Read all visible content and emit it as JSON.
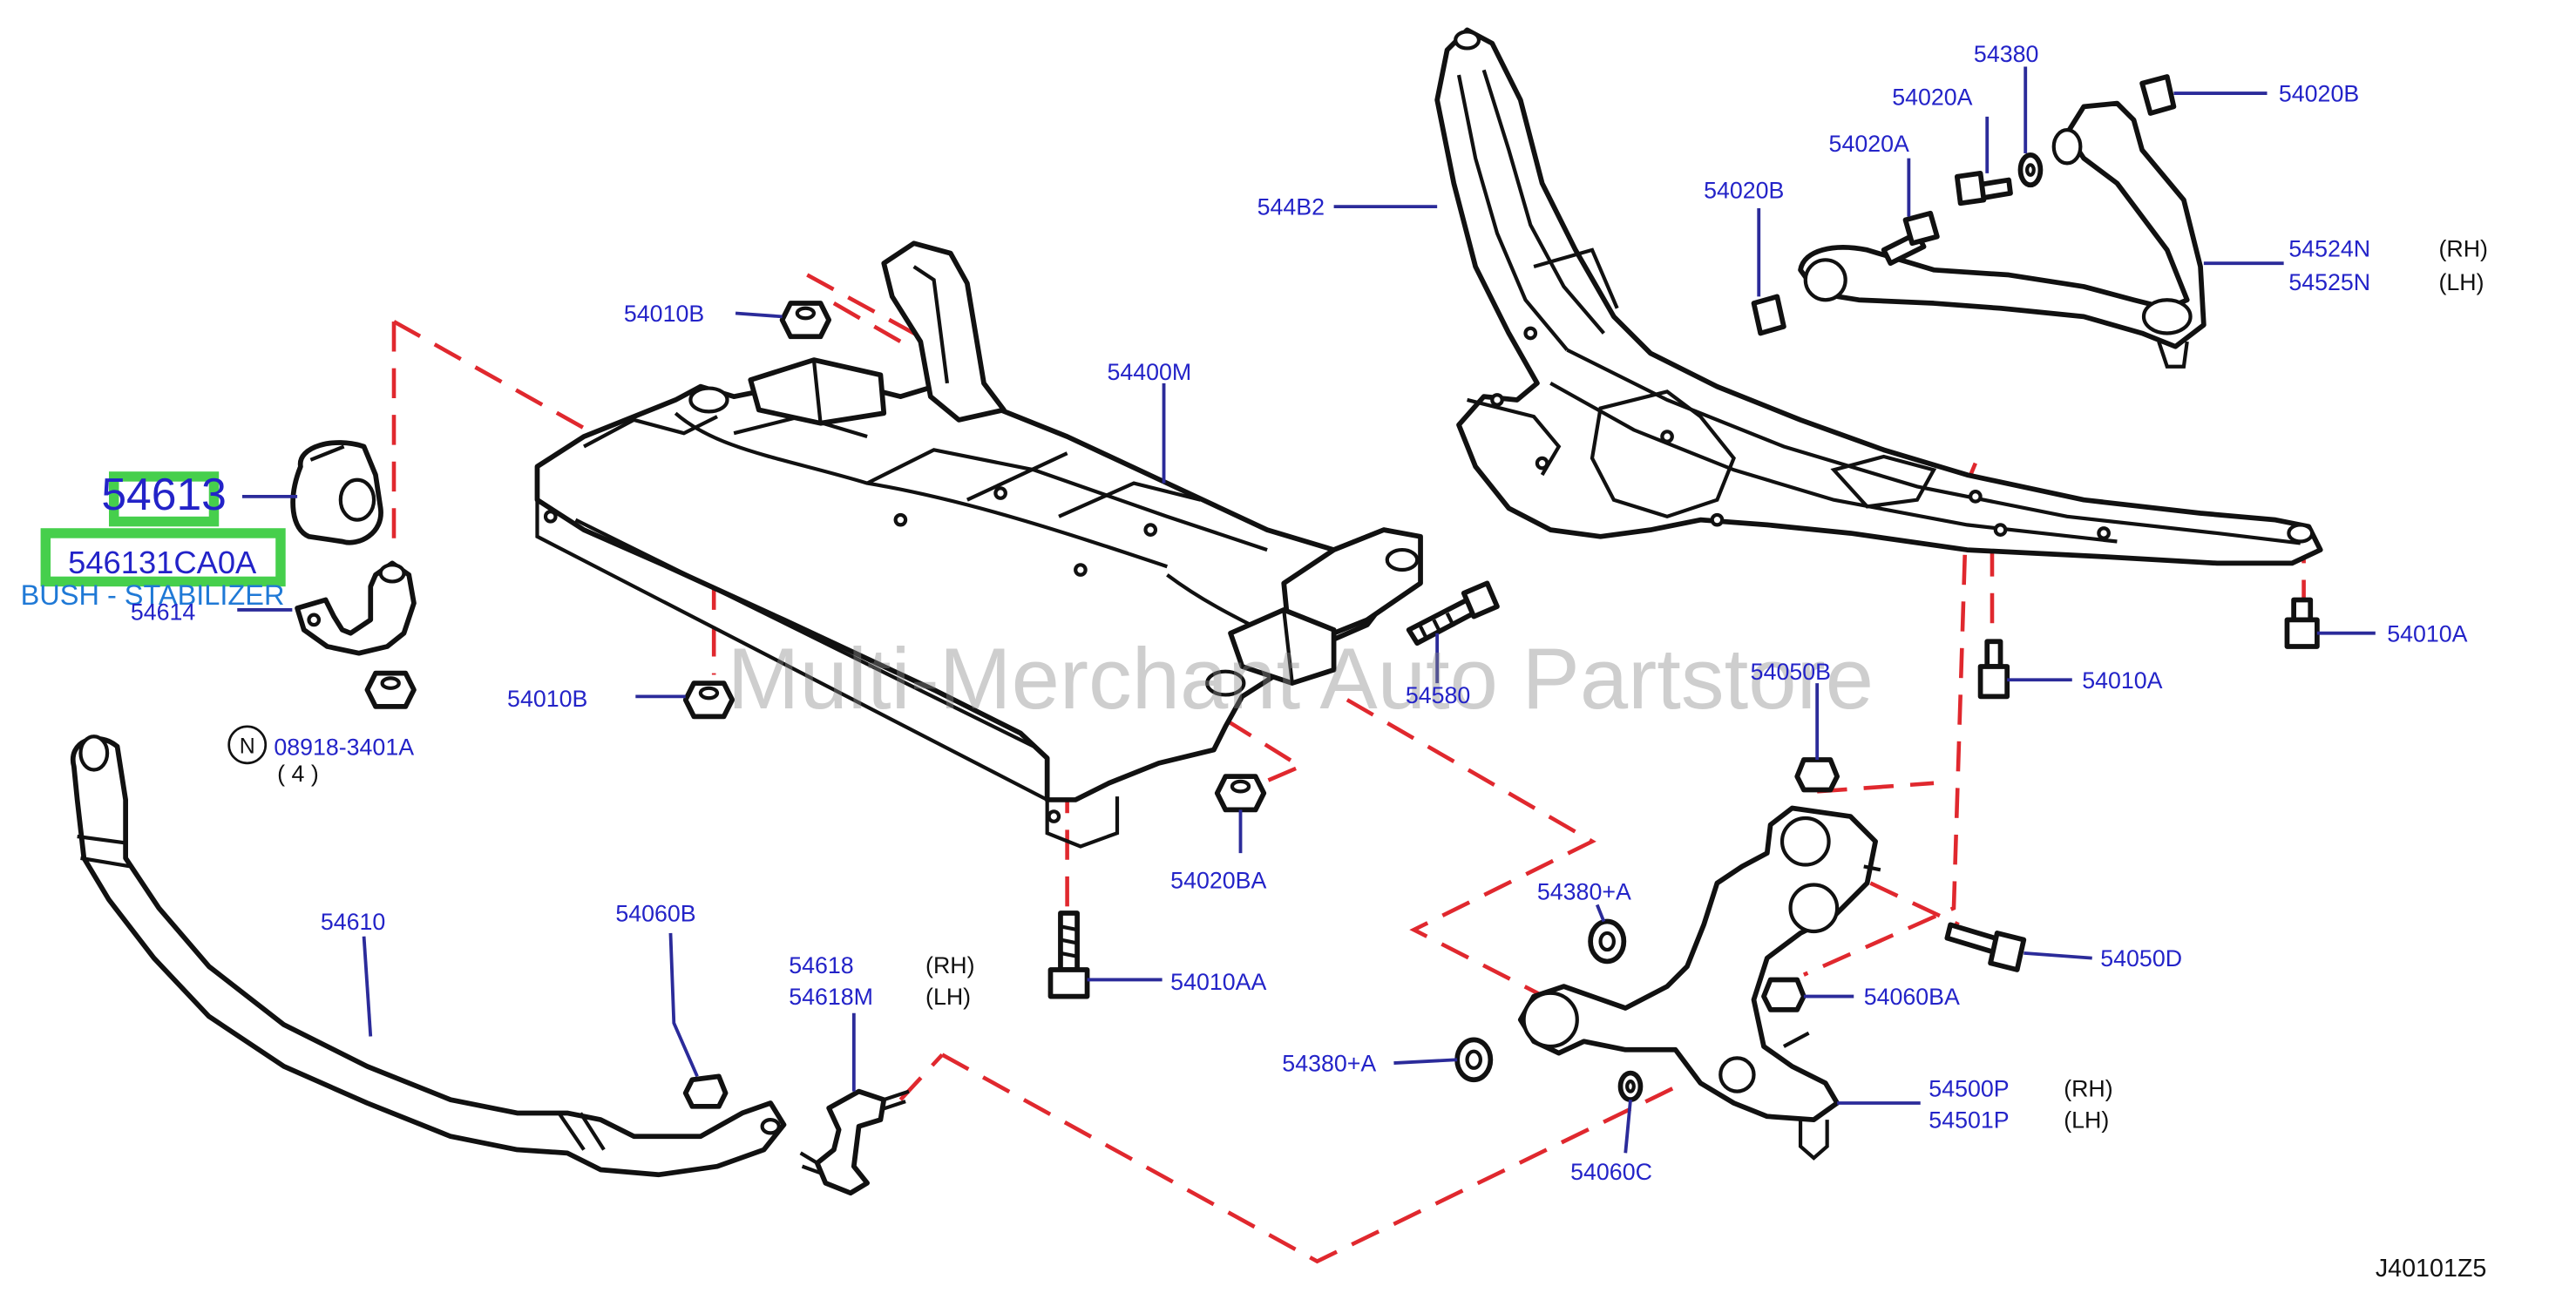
{
  "highlight": {
    "part_number": "54613",
    "oem_number": "546131CA0A",
    "description": "BUSH - STABILIZER",
    "color": "#46cf4c"
  },
  "watermark": "Multi-Merchant Auto Partstore",
  "diagram_code": "J40101Z5",
  "callouts": {
    "c54614": "54614",
    "c08918": "08918-3401A",
    "c08918_qty": "( 4 )",
    "c08918_prefix": "N",
    "c54010B_top": "54010B",
    "c54010B_bottom": "54010B",
    "c54400M": "54400M",
    "c54580": "54580",
    "c54020BA": "54020BA",
    "c54010AA": "54010AA",
    "c54610": "54610",
    "c54060B": "54060B",
    "c54618": "54618",
    "c54618M": "54618M",
    "rh1": "(RH)",
    "lh1": "(LH)",
    "c544B2": "544B2",
    "c54380_top": "54380",
    "c54020A_1": "54020A",
    "c54020A_2": "54020A",
    "c54020B_left": "54020B",
    "c54020B_right": "54020B",
    "c54524N": "54524N",
    "c54525N": "54525N",
    "rh2": "(RH)",
    "lh2": "(LH)",
    "c54010A_right": "54010A",
    "c54010A_mid": "54010A",
    "c54050B": "54050B",
    "c54380A_1": "54380+A",
    "c54380A_2": "54380+A",
    "c54050D": "54050D",
    "c54060BA": "54060BA",
    "c54500P": "54500P",
    "c54501P": "54501P",
    "rh3": "(RH)",
    "lh3": "(LH)",
    "c54060C": "54060C"
  }
}
